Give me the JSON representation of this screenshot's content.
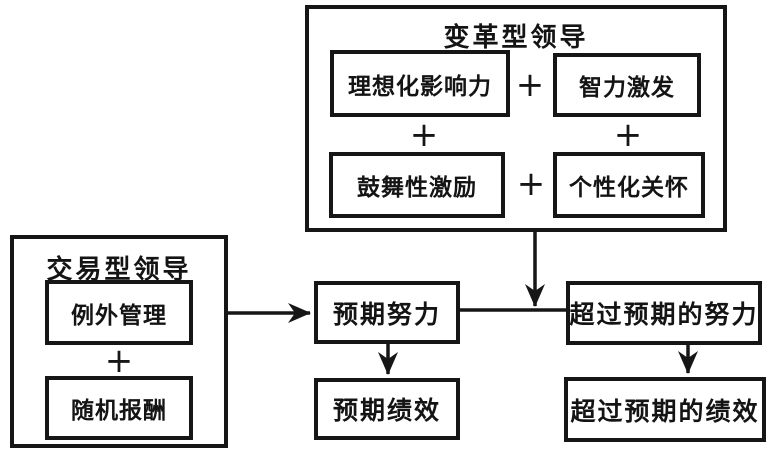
{
  "diagram": {
    "background_color": "#ffffff",
    "line_color": "#161616",
    "plus": "+",
    "transformational": {
      "title": "变革型领导",
      "components": {
        "idealized_influence": "理想化影响力",
        "intellectual_stimulation": "智力激发",
        "inspirational_motivation": "鼓舞性激励",
        "individualized_consideration": "个性化关怀"
      }
    },
    "transactional": {
      "title": "交易型领导",
      "components": {
        "management_by_exception": "例外管理",
        "contingent_reward": "随机报酬"
      }
    },
    "outcomes": {
      "expected_effort": "预期努力",
      "expected_performance": "预期绩效",
      "extra_effort": "超过预期的努力",
      "extra_performance": "超过预期的绩效"
    }
  }
}
